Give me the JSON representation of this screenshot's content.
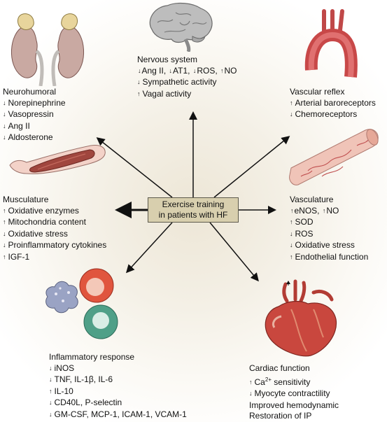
{
  "center": {
    "line1": "Exercise training",
    "line2": "in patients with HF"
  },
  "neurohumoral": {
    "title": "Neurohumoral",
    "items": [
      {
        "dir": "down",
        "text": "Norepinephrine"
      },
      {
        "dir": "down",
        "text": "Vasopressin"
      },
      {
        "dir": "down",
        "text": "Ang II"
      },
      {
        "dir": "down",
        "text": "Aldosterone"
      }
    ]
  },
  "nervous": {
    "title": "Nervous system",
    "line1": {
      "a": "Ang II, ",
      "b": "AT1, ",
      "c": "ROS, ",
      "d": "NO"
    },
    "items": [
      {
        "dir": "down",
        "text": "Sympathetic activity"
      },
      {
        "dir": "up",
        "text": "Vagal activity"
      }
    ]
  },
  "vascular_reflex": {
    "title": "Vascular reflex",
    "items": [
      {
        "dir": "up",
        "text": "Arterial baroreceptors"
      },
      {
        "dir": "down",
        "text": "Chemoreceptors"
      }
    ]
  },
  "musculature": {
    "title": "Musculature",
    "items": [
      {
        "dir": "up",
        "text": "Oxidative enzymes"
      },
      {
        "dir": "up",
        "text": "Mitochondria content"
      },
      {
        "dir": "down",
        "text": "Oxidative stress"
      },
      {
        "dir": "down",
        "text": "Proinflammatory cytokines"
      },
      {
        "dir": "up",
        "text": "IGF-1"
      }
    ]
  },
  "vasculature": {
    "title": "Vasculature",
    "line1": {
      "a": "eNOS, ",
      "b": "NO"
    },
    "items": [
      {
        "dir": "up",
        "text": "SOD"
      },
      {
        "dir": "down",
        "text": "ROS"
      },
      {
        "dir": "down",
        "text": "Oxidative stress"
      },
      {
        "dir": "up",
        "text": "Endothelial function"
      }
    ]
  },
  "inflammatory": {
    "title": "Inflammatory response",
    "items": [
      {
        "dir": "down",
        "text": "iNOS"
      },
      {
        "dir": "down",
        "text": "TNF, IL-1β, IL-6"
      },
      {
        "dir": "up",
        "text": "IL-10"
      },
      {
        "dir": "down",
        "text": "CD40L, P-selectin"
      },
      {
        "dir": "down",
        "text": "GM-CSF, MCP-1, ICAM-1, VCAM-1"
      }
    ]
  },
  "cardiac": {
    "title": "Cardiac function",
    "ca_text": "Ca",
    "ca_sup": "2+",
    "ca_rest": " sensitivity",
    "items": [
      {
        "dir": "down",
        "text": "Myocyte contractility"
      },
      {
        "dir": "none",
        "text": "Improved hemodynamic"
      },
      {
        "dir": "none",
        "text": "Restoration of IP"
      }
    ]
  }
}
